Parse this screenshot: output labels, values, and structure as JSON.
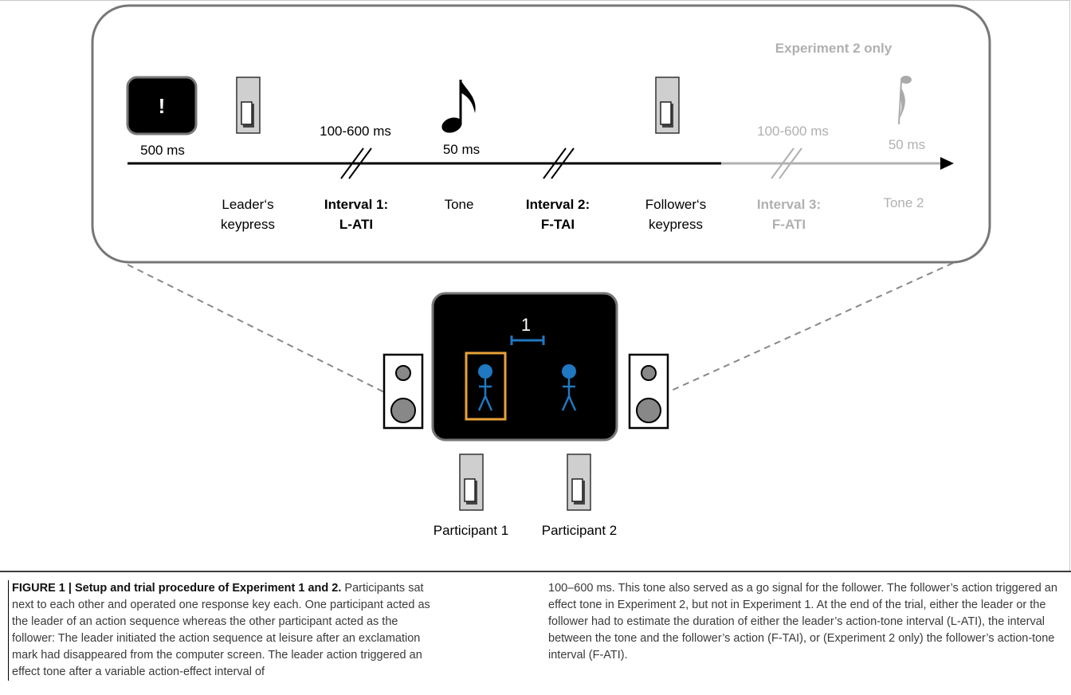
{
  "experiment2_label": "Experiment 2 only",
  "timeline": {
    "cue": {
      "symbol": "!",
      "duration": "500 ms"
    },
    "leader_keypress": "Leader‘s\nkeypress",
    "interval1": {
      "duration": "100-600 ms",
      "label_line1": "Interval 1:",
      "label_line2": "L-ATI"
    },
    "tone": {
      "duration": "50 ms",
      "label": "Tone"
    },
    "interval2": {
      "label_line1": "Interval 2:",
      "label_line2": "F-TAI"
    },
    "follower_keypress": "Follower‘s\nkeypress",
    "interval3": {
      "duration": "100-600 ms",
      "label_line1": "Interval 3:",
      "label_line2": "F-ATI"
    },
    "tone2": {
      "duration": "50 ms",
      "label": "Tone 2"
    }
  },
  "screen": {
    "count": "1"
  },
  "participants": [
    "Participant 1",
    "Participant 2"
  ],
  "colors": {
    "figure_blue": "#1f78c1",
    "highlight_orange": "#e8a23a",
    "exp2_gray": "#b0b0b0"
  },
  "caption": {
    "heading": "FIGURE 1 | Setup and trial procedure of Experiment 1 and 2.",
    "left_text": " Participants sat next to each other and operated one response key each. One participant acted as the leader of an action sequence whereas the other participant acted as the follower: The leader initiated the action sequence at leisure after an exclamation mark had disappeared from the computer screen. The leader action triggered an effect tone after a variable action-effect interval of",
    "right_text": "100–600 ms. This tone also served as a go signal for the follower. The follower’s action triggered an effect tone in Experiment 2, but not in Experiment 1. At the end of the trial, either the leader or the follower had to estimate the duration of either the leader’s action-tone interval (L-ATI), the interval between the tone and the follower’s action (F-TAI), or (Experiment 2 only) the follower’s action-tone interval (F-ATI)."
  }
}
